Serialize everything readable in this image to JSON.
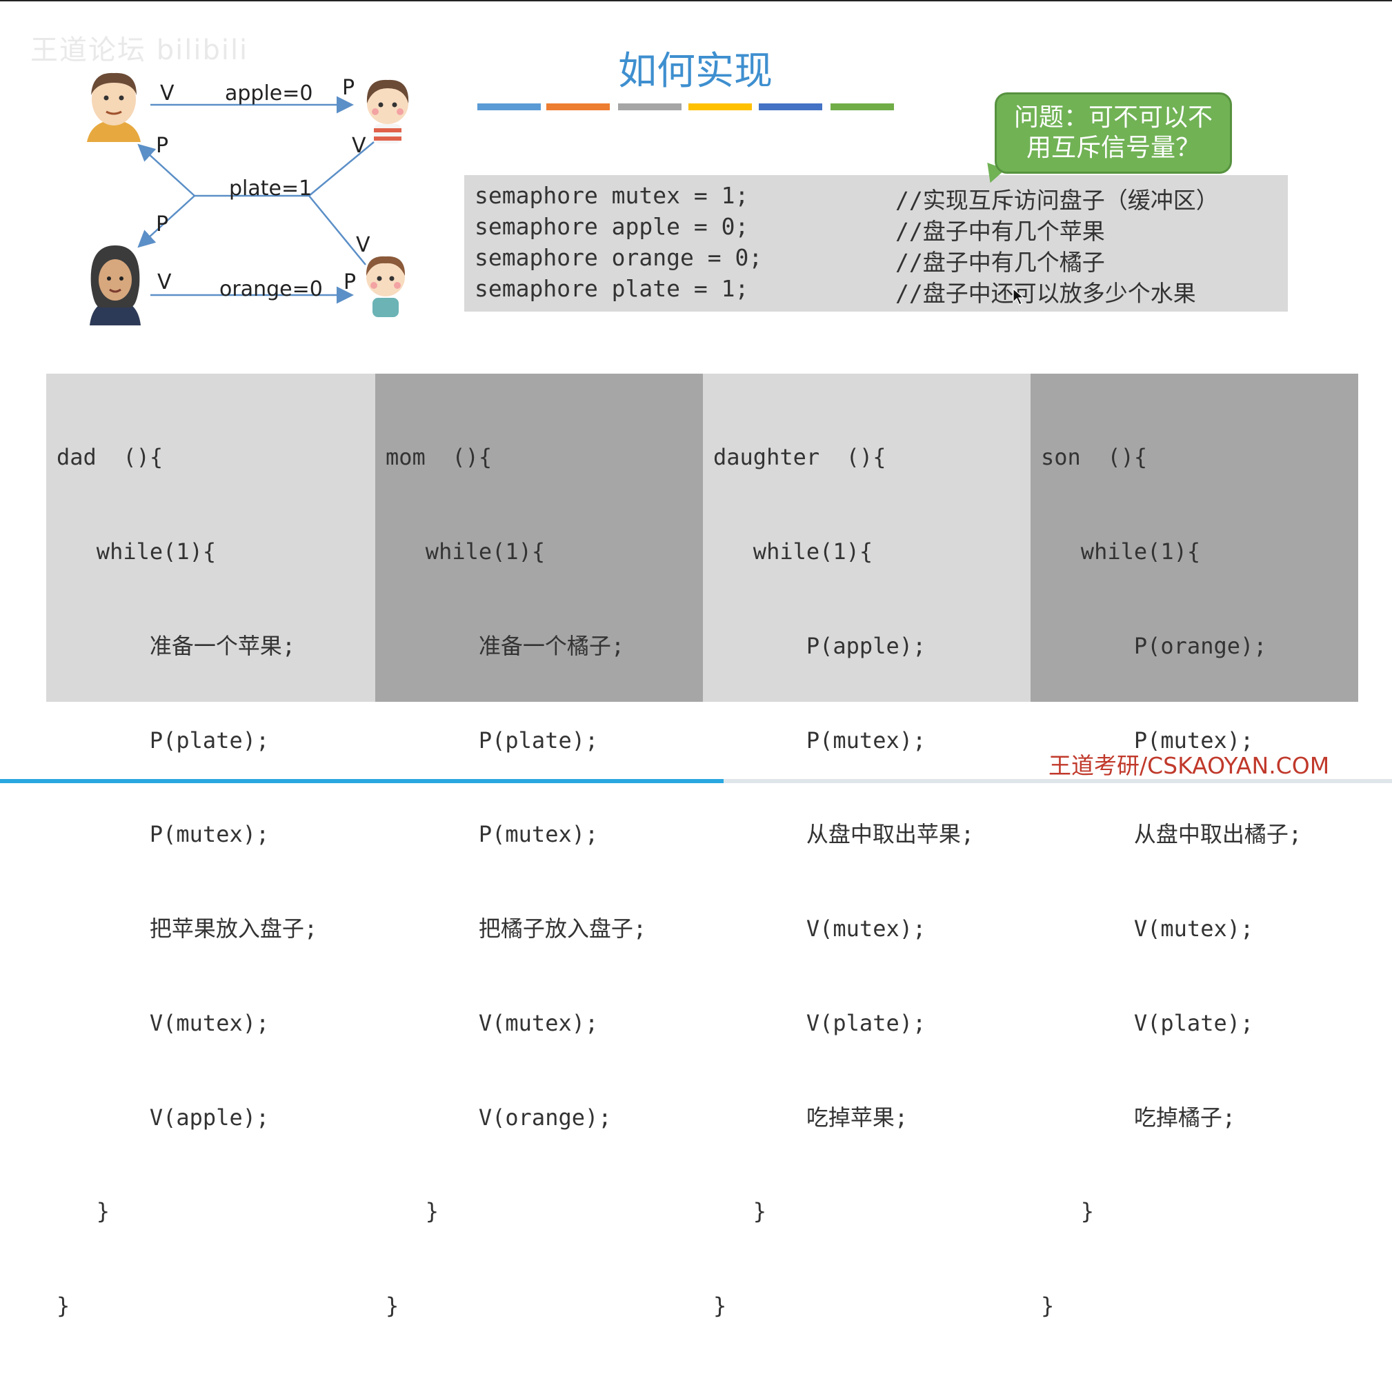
{
  "watermark": "王道论坛 bilibili",
  "title": "如何实现",
  "color_bar": [
    "#5b9bd5",
    "#ed7d31",
    "#a5a5a5",
    "#ffc000",
    "#4472c4",
    "#70ad47"
  ],
  "diagram": {
    "apple_label": "apple=0",
    "plate_label": "plate=1",
    "orange_label": "orange=0",
    "v": "V",
    "p": "P"
  },
  "bubble": {
    "line1": "问题：可不可以不",
    "line2": "用互斥信号量？"
  },
  "semaphores": [
    {
      "code": "semaphore mutex = 1;",
      "comment": "//实现互斥访问盘子（缓冲区）"
    },
    {
      "code": "semaphore apple = 0;",
      "comment": "//盘子中有几个苹果"
    },
    {
      "code": "semaphore orange = 0;",
      "comment": "//盘子中有几个橘子"
    },
    {
      "code": "semaphore plate = 1;",
      "comment": "//盘子中还可以放多少个水果"
    }
  ],
  "panels": [
    {
      "lines": [
        "dad  (){",
        "   while(1){",
        "       准备一个苹果;",
        "       P(plate);",
        "       P(mutex);",
        "       把苹果放入盘子;",
        "       V(mutex);",
        "       V(apple);",
        "   }",
        "}"
      ]
    },
    {
      "lines": [
        "mom  (){",
        "   while(1){",
        "       准备一个橘子;",
        "       P(plate);",
        "       P(mutex);",
        "       把橘子放入盘子;",
        "       V(mutex);",
        "       V(orange);",
        "   }",
        "}"
      ]
    },
    {
      "lines": [
        "daughter  (){",
        "   while(1){",
        "       P(apple);",
        "       P(mutex);",
        "       从盘中取出苹果;",
        "       V(mutex);",
        "       V(plate);",
        "       吃掉苹果;",
        "   }",
        "}"
      ]
    },
    {
      "lines": [
        "son  (){",
        "   while(1){",
        "       P(orange);",
        "       P(mutex);",
        "       从盘中取出橘子;",
        "       V(mutex);",
        "       V(plate);",
        "       吃掉橘子;",
        "   }",
        "}"
      ]
    }
  ],
  "footer_brand": "王道考研/CSKAOYAN.COM",
  "video_progress": 0.52
}
